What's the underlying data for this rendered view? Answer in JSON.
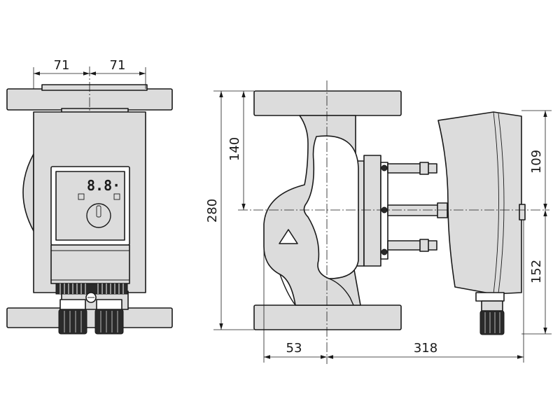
{
  "dimensions": {
    "flange_left": "71",
    "flange_right": "71",
    "height_total": "280",
    "height_upper": "140",
    "module_upper": "109",
    "module_lower": "152",
    "inlet_offset": "53",
    "outlet_length": "318"
  },
  "display": {
    "readout": "8.8·"
  }
}
